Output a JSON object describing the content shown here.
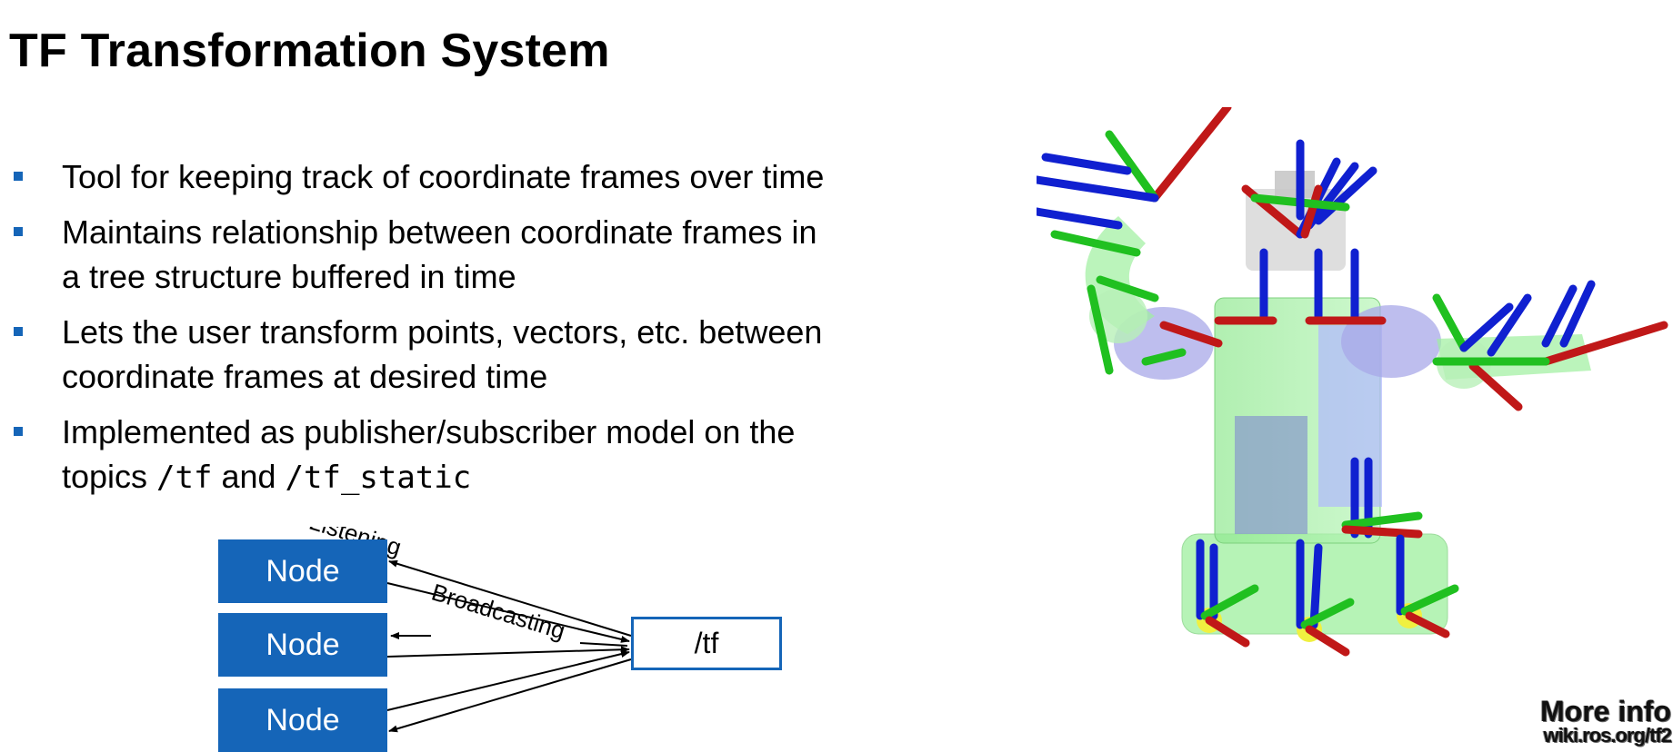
{
  "slide": {
    "title": "TF Transformation System",
    "bullets": [
      {
        "text": "Tool for keeping track of coordinate frames over time"
      },
      {
        "text": "Maintains relationship between coordinate frames in",
        "text2": "a tree structure buffered in time"
      },
      {
        "text": "Lets the user transform points, vectors, etc. between",
        "text2": "coordinate frames at desired time"
      },
      {
        "text": "Implemented as publisher/subscriber model on the",
        "line2_prefix": "topics ",
        "code1": "/tf",
        "line2_mid": " and ",
        "code2": "/tf_static"
      }
    ]
  },
  "diagram": {
    "nodes": [
      "Node",
      "Node",
      "Node"
    ],
    "topic": "/tf",
    "label_listening": "Listening",
    "label_broadcasting": "Broadcasting"
  },
  "footer": {
    "more_info": "More info",
    "more_info_link": "wiki.ros.org/tf2"
  },
  "colors": {
    "accent": "#1565b8",
    "axis_x": "#d01010",
    "axis_y": "#20c020",
    "axis_z": "#1020d0"
  },
  "icons": [
    "square-bullet-icon",
    "robot-tf-frames-illustration"
  ]
}
